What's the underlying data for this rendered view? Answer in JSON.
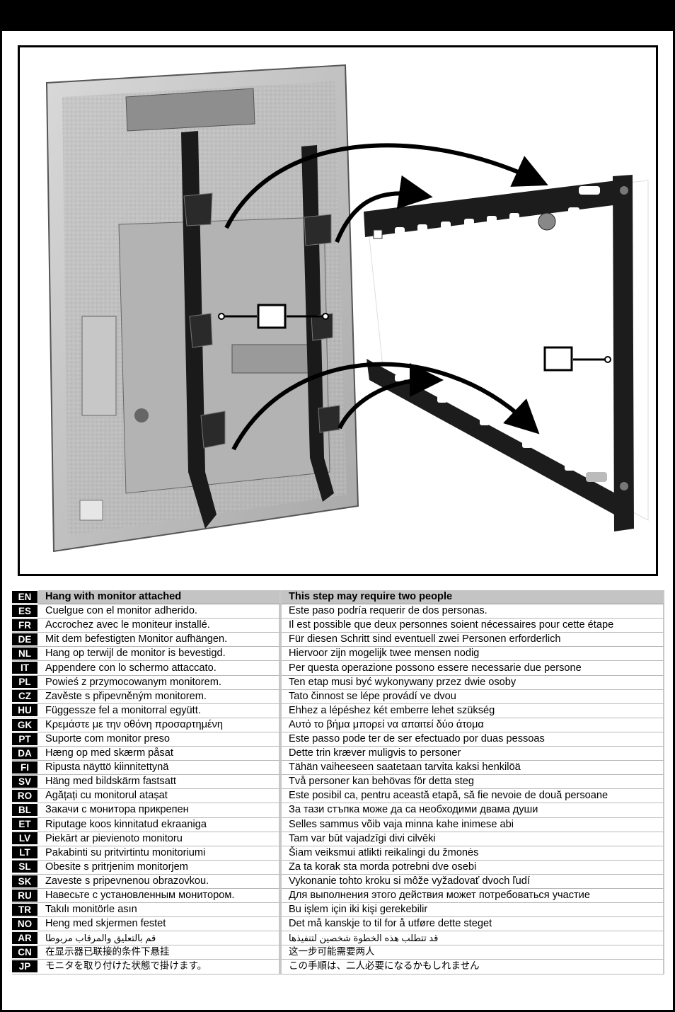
{
  "rows": [
    {
      "code": "EN",
      "hang": "Hang with monitor attached",
      "step": "This step may require two people"
    },
    {
      "code": "ES",
      "hang": "Cuelgue con el monitor adherido.",
      "step": "Este paso podría requerir de dos personas."
    },
    {
      "code": "FR",
      "hang": "Accrochez avec le moniteur installé.",
      "step": "Il est possible que deux personnes soient nécessaires pour cette étape"
    },
    {
      "code": "DE",
      "hang": "Mit dem befestigten Monitor aufhängen.",
      "step": "Für diesen Schritt sind eventuell zwei Personen erforderlich"
    },
    {
      "code": "NL",
      "hang": "Hang op terwijl de monitor is bevestigd.",
      "step": "Hiervoor zijn mogelijk twee mensen nodig"
    },
    {
      "code": "IT",
      "hang": "Appendere con lo schermo attaccato.",
      "step": "Per questa operazione possono essere necessarie due persone"
    },
    {
      "code": "PL",
      "hang": "Powieś z przymocowanym monitorem.",
      "step": "Ten etap musi być wykonywany przez dwie osoby"
    },
    {
      "code": "CZ",
      "hang": "Zavěste s připevněným monitorem.",
      "step": "Tato činnost se lépe provádí ve dvou"
    },
    {
      "code": "HU",
      "hang": "Függessze fel a monitorral együtt.",
      "step": "Ehhez a lépéshez két emberre lehet szükség"
    },
    {
      "code": "GK",
      "hang": "Κρεμάστε με την οθόνη προσαρτημένη",
      "step": "Αυτό το βήμα μπορεί να απαιτεί δύο άτομα"
    },
    {
      "code": "PT",
      "hang": "Suporte com monitor preso",
      "step": "Este passo pode ter de ser efectuado por duas pessoas"
    },
    {
      "code": "DA",
      "hang": "Hæng op med skærm påsat",
      "step": "Dette trin kræver muligvis to personer"
    },
    {
      "code": "FI",
      "hang": "Ripusta näyttö kiinnitettynä",
      "step": "Tähän vaiheeseen saatetaan tarvita kaksi henkilöä"
    },
    {
      "code": "SV",
      "hang": "Häng med bildskärm fastsatt",
      "step": "Två personer kan behövas för detta steg"
    },
    {
      "code": "RO",
      "hang": "Agățați cu monitorul atașat",
      "step": "Este posibil ca, pentru această etapă, să fie nevoie de două persoane"
    },
    {
      "code": "BL",
      "hang": "Закачи с монитора прикрепен",
      "step": "За тази стъпка може да са необходими двама души"
    },
    {
      "code": "ET",
      "hang": "Riputage koos kinnitatud ekraaniga",
      "step": "Selles sammus võib vaja minna kahe inimese abi"
    },
    {
      "code": "LV",
      "hang": "Piekārt ar pievienoto monitoru",
      "step": "Tam var būt vajadzīgi divi cilvēki"
    },
    {
      "code": "LT",
      "hang": "Pakabinti su pritvirtintu monitoriumi",
      "step": "Šiam veiksmui atlikti reikalingi du žmonės"
    },
    {
      "code": "SL",
      "hang": "Obesite s pritrjenim monitorjem",
      "step": "Za ta korak sta morda potrebni dve osebi"
    },
    {
      "code": "SK",
      "hang": "Zaveste s pripevnenou obrazovkou.",
      "step": "Vykonanie tohto kroku si môže vyžadovať dvoch ľudí"
    },
    {
      "code": "RU",
      "hang": "Навесьте с установленным монитором.",
      "step": "Для выполнения этого действия может потребоваться участие"
    },
    {
      "code": "TR",
      "hang": "Takılı monitörle asın",
      "step": "Bu işlem için iki kişi gerekebilir"
    },
    {
      "code": "NO",
      "hang": "Heng med skjermen festet",
      "step": "Det må kanskje to til for å utføre dette steget"
    },
    {
      "code": "AR",
      "hang": "قم بالتعليق والمرقاب مربوطا",
      "step": "قد تتطلب هذه الخطوة شخصين لتنفيذها"
    },
    {
      "code": "CN",
      "hang": "在显示器已联接的条件下悬挂",
      "step": "这一步可能需要两人"
    },
    {
      "code": "JP",
      "hang": "モニタを取り付けた状態で掛けます。",
      "step": "この手順は、二人必要になるかもしれません"
    }
  ]
}
